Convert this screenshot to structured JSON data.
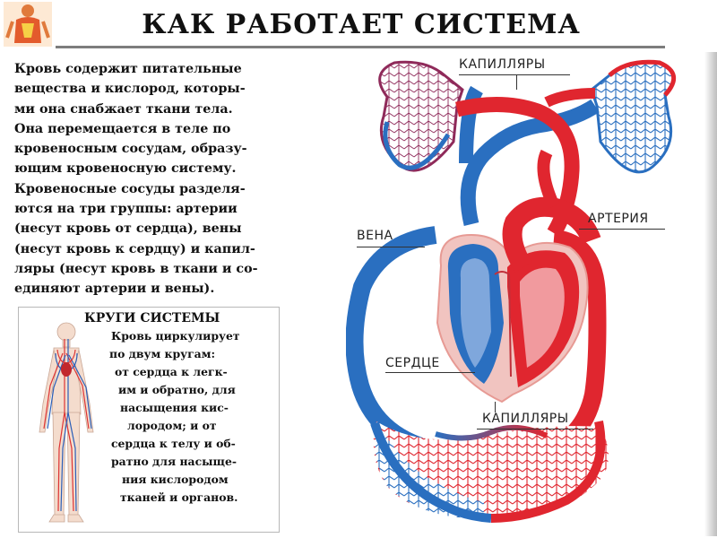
{
  "header": {
    "title": "КАК РАБОТАЕТ СИСТЕМА"
  },
  "intro": {
    "lines": [
      "Кровь содержит питательные",
      "вещества и кислород, которы-",
      "ми она снабжает ткани тела.",
      "Она перемещается в теле по",
      "кровеносным сосудам, образу-",
      "ющим кровеносную систему.",
      "Кровеносные сосуды разделя-",
      "ются на три группы: артерии",
      "(несут кровь от сердца), вены",
      "(несут кровь к сердцу) и капил-",
      "ляры (несут кровь в ткани и со-",
      "единяют артерии и вены)."
    ]
  },
  "inset": {
    "title": "КРУГИ СИСТЕМЫ",
    "lines": [
      "Кровь циркулирует",
      "по двум кругам:",
      "от сердца к легк-",
      "им и обратно, для",
      "насыщения кис-",
      "лородом;  и от",
      "сердца к телу и об-",
      "ратно для насыще-",
      "ния кислородом",
      "тканей и органов."
    ]
  },
  "diagram": {
    "labels": {
      "capillaries_top": "КАПИЛЛЯРЫ",
      "artery": "АРТЕРИЯ",
      "vein": "ВЕНА",
      "heart": "СЕРДЦЕ",
      "capillaries_bottom": "КАПИЛЛЯРЫ"
    }
  },
  "colors": {
    "artery": "#e0262f",
    "vein": "#2a6fc0",
    "heart_bg": "#f1c4c0",
    "capillary_net": "#ffffff"
  },
  "icons": {
    "logo": "human-anatomy-logo-icon",
    "body": "circulatory-body-figure-icon"
  }
}
